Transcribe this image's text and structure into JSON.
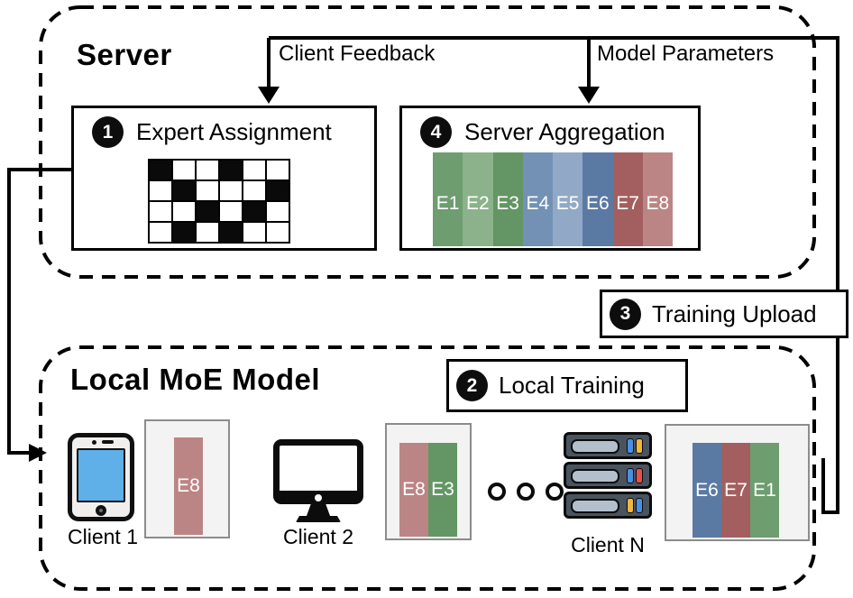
{
  "server_section": {
    "title": "Server",
    "expert_assignment": {
      "num": "1",
      "title": "Expert Assignment",
      "grid": [
        [
          1,
          0,
          0,
          1,
          0,
          0
        ],
        [
          0,
          1,
          0,
          0,
          0,
          1
        ],
        [
          0,
          0,
          1,
          0,
          1,
          0
        ],
        [
          0,
          1,
          0,
          1,
          0,
          0
        ]
      ]
    },
    "server_aggregation": {
      "num": "4",
      "title": "Server Aggregation",
      "experts": [
        {
          "label": "E1",
          "color": "#6e9d70"
        },
        {
          "label": "E2",
          "color": "#8bb28a"
        },
        {
          "label": "E3",
          "color": "#639664"
        },
        {
          "label": "E4",
          "color": "#7291b5"
        },
        {
          "label": "E5",
          "color": "#91a9c7"
        },
        {
          "label": "E6",
          "color": "#5b7aa3"
        },
        {
          "label": "E7",
          "color": "#a35f5f"
        },
        {
          "label": "E8",
          "color": "#bc8585"
        }
      ]
    }
  },
  "flows": {
    "client_feedback": "Client Feedback",
    "model_parameters": "Model Parameters",
    "training_upload": {
      "num": "3",
      "title": "Training Upload"
    },
    "local_training": {
      "num": "2",
      "title": "Local Training"
    }
  },
  "local_section": {
    "title": "Local MoE Model",
    "clients": [
      {
        "name": "Client 1",
        "device": "tablet",
        "experts": [
          {
            "label": "E8",
            "color": "#bc8585"
          }
        ]
      },
      {
        "name": "Client 2",
        "device": "desktop",
        "experts": [
          {
            "label": "E8",
            "color": "#bc8585"
          },
          {
            "label": "E3",
            "color": "#639664"
          }
        ]
      },
      {
        "name": "Client N",
        "device": "server-rack",
        "experts": [
          {
            "label": "E6",
            "color": "#5b7aa3"
          },
          {
            "label": "E7",
            "color": "#a35f5f"
          },
          {
            "label": "E1",
            "color": "#6e9d70"
          }
        ]
      }
    ]
  },
  "colors": {
    "line": "#000000",
    "panel_bg": "#f3f3f3",
    "panel_border": "#8c8c8c",
    "tablet_screen": "#5fb0e8",
    "rack_body": "#49545f",
    "led_blue": "#4a90e2",
    "led_yellow": "#f2b63c",
    "led_red": "#ea4f4c"
  }
}
